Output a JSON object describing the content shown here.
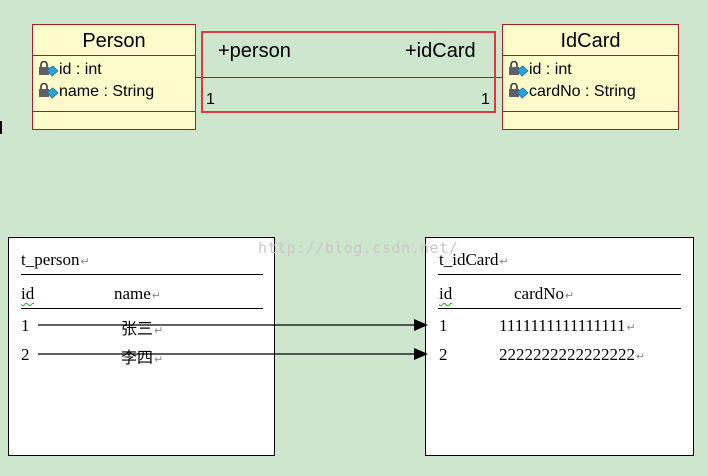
{
  "uml": {
    "person": {
      "name": "Person",
      "attributes": [
        {
          "text": "id : int"
        },
        {
          "text": "name : String"
        }
      ]
    },
    "idcard": {
      "name": "IdCard",
      "attributes": [
        {
          "text": "id : int"
        },
        {
          "text": "cardNo : String"
        }
      ]
    },
    "association": {
      "left_role": "+person",
      "right_role": "+idCard",
      "left_multiplicity": "1",
      "right_multiplicity": "1"
    }
  },
  "tables": {
    "t_person": {
      "name": "t_person",
      "columns": [
        "id",
        "name"
      ],
      "rows": [
        [
          "1",
          "张三"
        ],
        [
          "2",
          "李四"
        ]
      ]
    },
    "t_idcard": {
      "name": "t_idCard",
      "columns": [
        "id",
        "cardNo"
      ],
      "rows": [
        [
          "1",
          "1111111111111111"
        ],
        [
          "2",
          "2222222222222222"
        ]
      ]
    }
  },
  "watermark": "http://blog.csdn.net/",
  "colors": {
    "background": "#cde6cd",
    "uml_fill": "#fdfbc9",
    "uml_border": "#a0202a",
    "highlight": "#e0393a"
  },
  "icons": [
    "attribute-lock-icon"
  ]
}
